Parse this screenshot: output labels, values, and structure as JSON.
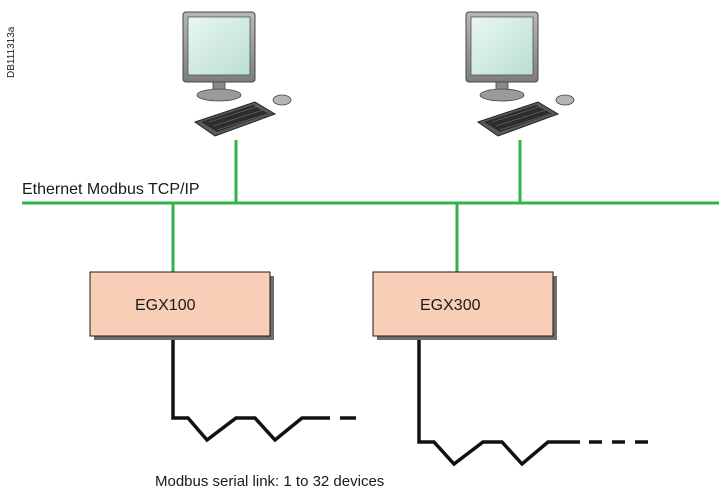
{
  "diagram": {
    "code": "DB111313a",
    "network_label": "Ethernet Modbus TCP/IP",
    "gateways": [
      {
        "label": "EGX100"
      },
      {
        "label": "EGX300"
      }
    ],
    "caption": "Modbus serial link: 1 to 32 devices"
  },
  "colors": {
    "ethernet": "#2fb34a",
    "gateway_fill": "#f8cfb6",
    "gateway_border": "#1a1a1a",
    "serial": "#111111",
    "screen": "#cfe9e3",
    "monitor_body": "#9a9a9a"
  }
}
